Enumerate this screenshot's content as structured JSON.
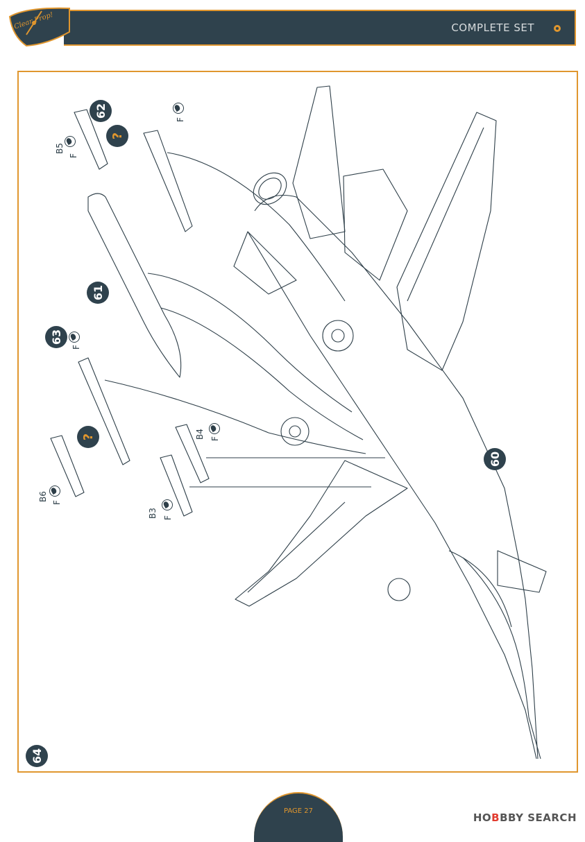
{
  "header": {
    "brand": "Clear Prop!",
    "title": "COMPLETE SET",
    "icon": "gear-icon"
  },
  "steps": {
    "main": "64",
    "s60": "60",
    "s61": "61",
    "s62": "62",
    "s63": "63",
    "unknown": "?"
  },
  "parts": {
    "b5": "B5",
    "b6": "B6",
    "b4": "B4",
    "b3": "B3",
    "f": "F"
  },
  "footer": {
    "page": "PAGE 27",
    "watermark_a": "HO",
    "watermark_b": "BBY SEARCH"
  },
  "colors": {
    "header_bg": "#2f424d",
    "accent": "#e0962e",
    "line": "#2d3e48"
  }
}
